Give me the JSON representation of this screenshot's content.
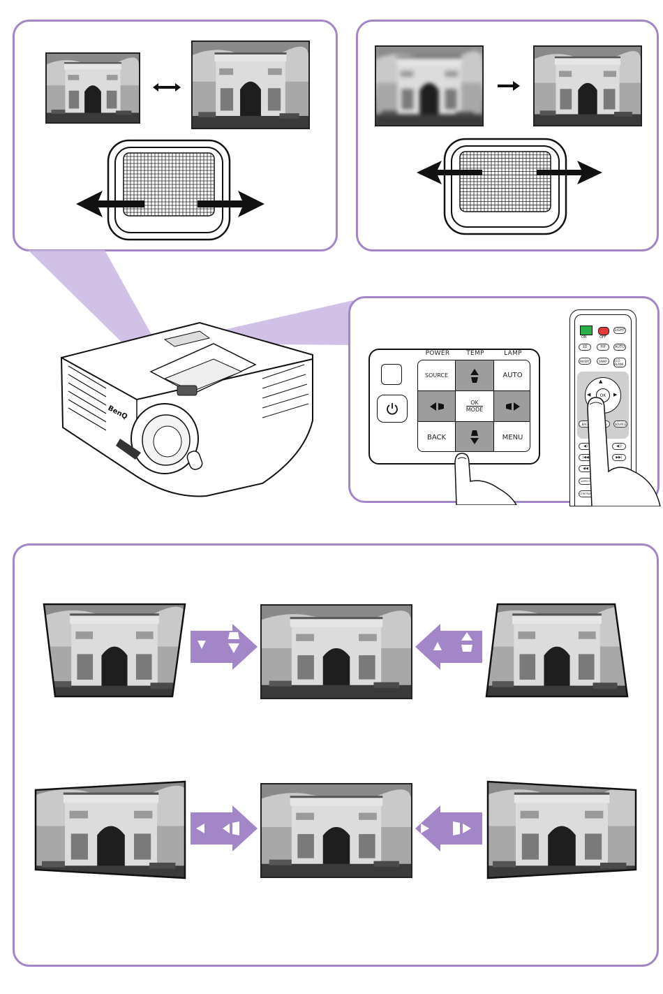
{
  "colors": {
    "accent": "#a386c8",
    "arrow_fill": "#a386c8",
    "button_gray": "#9d9d9d"
  },
  "keypad": {
    "top_labels": [
      "POWER",
      "TEMP",
      "LAMP"
    ],
    "source_label": "SOURCE",
    "auto_label": "AUTO",
    "ok_label": "OK",
    "mode_label": "MODE",
    "back_label": "BACK",
    "menu_label": "MENU"
  },
  "remote": {
    "on_label": "ON",
    "off_label": "OFF",
    "light_label": "LIGHT",
    "row1": [
      "3D",
      "PiP",
      "AUTO"
    ],
    "row2": [
      "INVERT",
      "SWAP",
      "ECO BLANK"
    ],
    "ok_label": "OK",
    "row3": [
      "BACK",
      "MENU",
      "SOURCE"
    ],
    "aspect_label": "ASPECT",
    "contrast_label": "CONTRAST"
  },
  "icons": {
    "double-arrow": "double-arrow-icon",
    "right-arrow": "right-arrow-icon",
    "power": "power-icon",
    "keystone": "keystone-icon"
  }
}
